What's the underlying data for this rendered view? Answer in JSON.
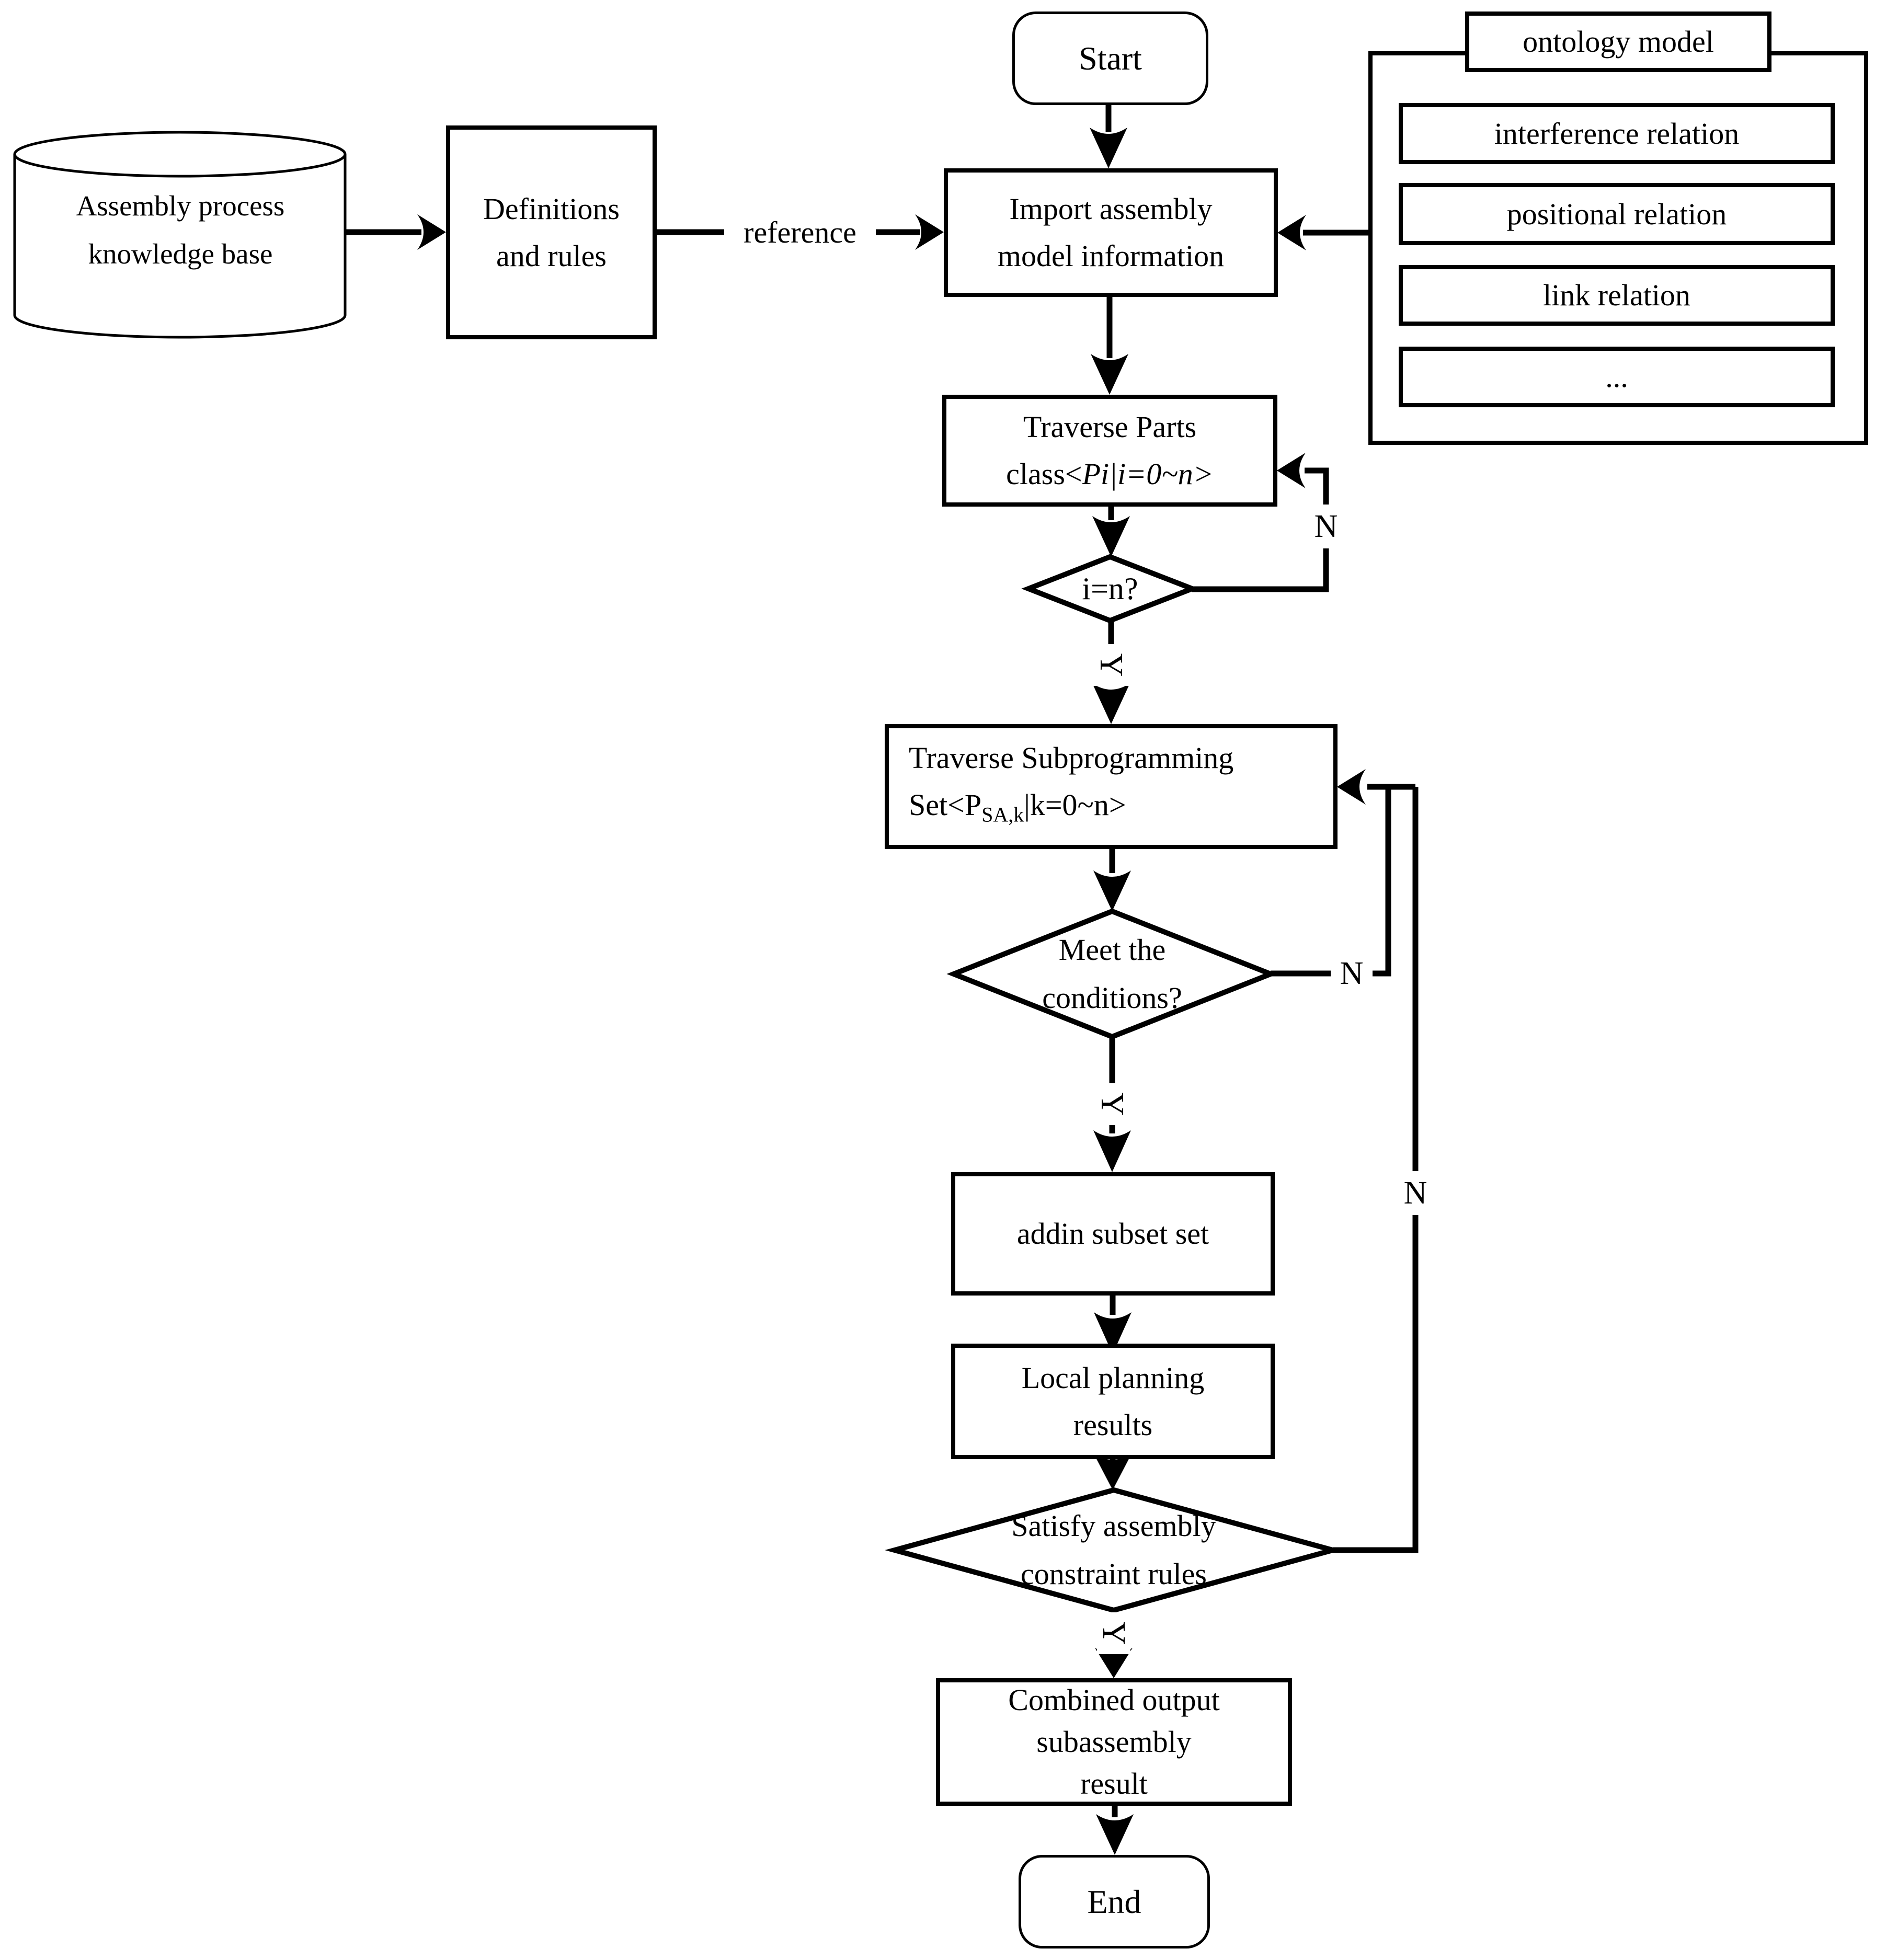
{
  "diagram_title": "assembly planning flowchart",
  "nodes": {
    "knowledge_base": {
      "line1": "Assembly process",
      "line2": "knowledge base"
    },
    "definitions": {
      "line1": "Definitions",
      "line2": "and rules"
    },
    "start": {
      "label": "Start"
    },
    "import_model": {
      "line1": "Import assembly",
      "line2": "model information"
    },
    "ontology": {
      "title": "ontology model",
      "rows": [
        "interference relation",
        "positional relation",
        "link relation",
        "..."
      ]
    },
    "traverse_parts": {
      "line1": "Traverse Parts",
      "line2_prefix": "class<",
      "line2_math": "Pi|i=0~n",
      "line2_suffix": ">"
    },
    "i_equals_n": {
      "label": "i=n?"
    },
    "traverse_subprogramming": {
      "line1": "Traverse Subprogramming",
      "line2_prefix": "Set<P",
      "line2_sub": "SA,k",
      "line2_suffix": "|k=0~n>"
    },
    "meet_conditions": {
      "line1": "Meet the",
      "line2": "conditions?"
    },
    "addin_subset": {
      "label": "addin subset set"
    },
    "local_planning": {
      "line1": "Local planning",
      "line2": "results"
    },
    "satisfy_constraints": {
      "line1": "Satisfy assembly",
      "line2": "constraint rules"
    },
    "combined_output": {
      "line1": "Combined output",
      "line2": "subassembly",
      "line3": "result"
    },
    "end": {
      "label": "End"
    }
  },
  "edges": {
    "reference_label": "reference",
    "yes_label": "Y",
    "no_label": "N"
  },
  "colors": {
    "stroke": "#000000",
    "background": "#ffffff"
  }
}
